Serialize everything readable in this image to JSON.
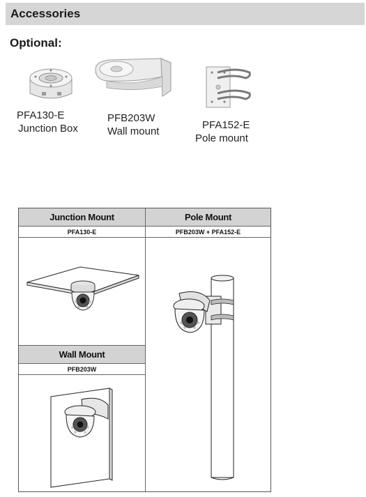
{
  "section": {
    "title": "Accessories",
    "subtitle": "Optional:"
  },
  "accessories": [
    {
      "model": "PFA130-E",
      "description": "Junction Box"
    },
    {
      "model": "PFB203W",
      "description": "Wall mount"
    },
    {
      "model": "PFA152-E",
      "description": "Pole mount"
    }
  ],
  "mounts": {
    "junction": {
      "title": "Junction Mount",
      "parts": "PFA130-E"
    },
    "pole": {
      "title": "Pole Mount",
      "parts": "PFB203W + PFA152-E"
    },
    "wall": {
      "title": "Wall Mount",
      "parts": "PFB203W"
    }
  }
}
